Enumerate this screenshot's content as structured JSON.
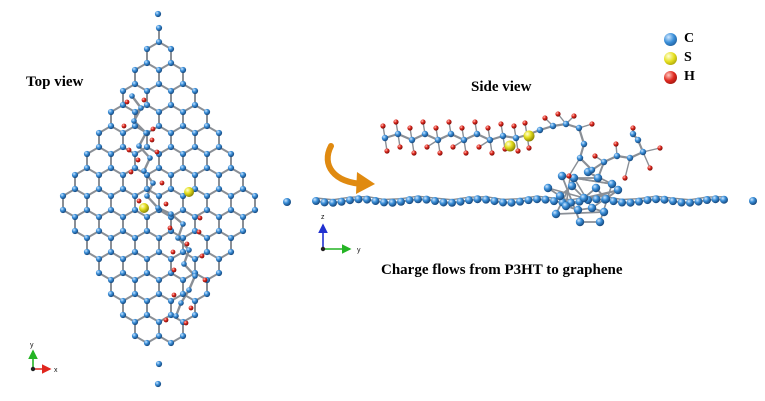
{
  "labels": {
    "top_view": "Top view",
    "side_view": "Side view",
    "caption": "Charge flows from P3HT to graphene"
  },
  "legend": [
    {
      "symbol": "C",
      "color": "#3a8fd9"
    },
    {
      "symbol": "S",
      "color": "#e6e020"
    },
    {
      "symbol": "H",
      "color": "#e02a20"
    }
  ],
  "axes": {
    "top_view": {
      "vertical": "y",
      "horizontal": "x"
    },
    "side_view": {
      "vertical": "z",
      "horizontal": "y"
    }
  },
  "colors": {
    "carbon": "#3a8fd9",
    "sulfur": "#e6e020",
    "hydrogen": "#e02a20",
    "bond": "#8a8f96",
    "arrow": "#e08a10"
  }
}
